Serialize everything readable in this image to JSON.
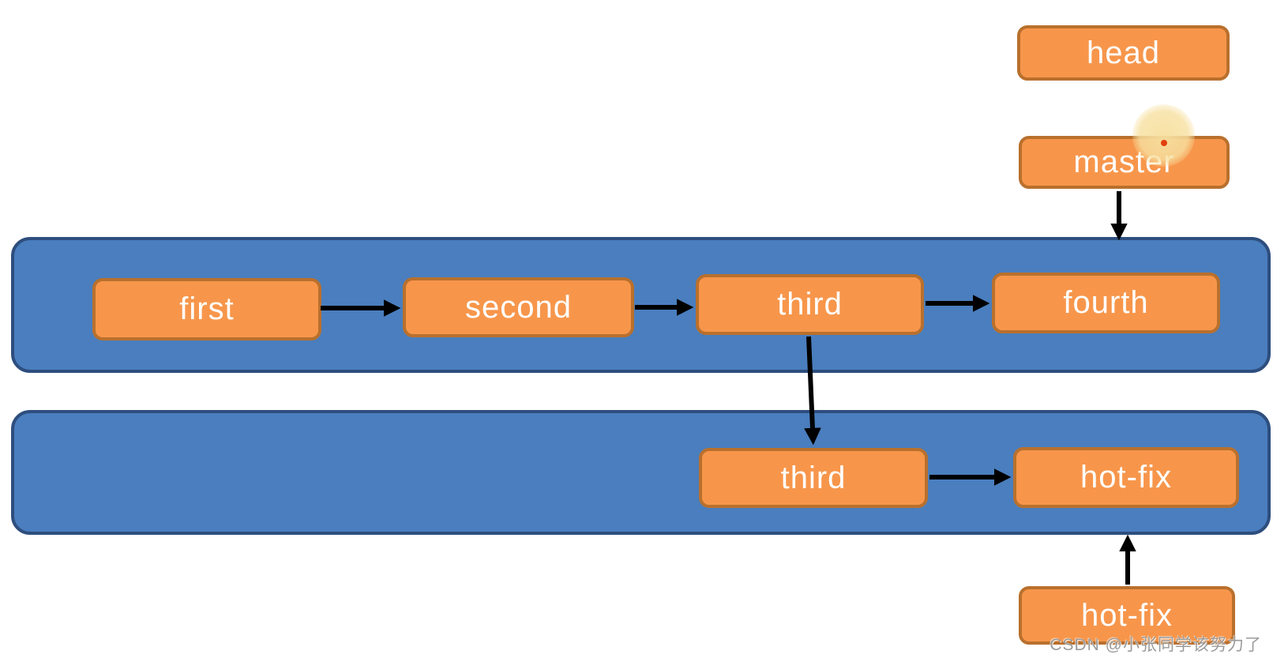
{
  "diagram": {
    "pointer_labels": {
      "head": "head",
      "master": "master",
      "hotfix": "hot-fix"
    },
    "master_lane": {
      "commits": [
        "first",
        "second",
        "third",
        "fourth"
      ]
    },
    "hotfix_lane": {
      "commits": [
        "third",
        "hot-fix"
      ]
    },
    "colors": {
      "lane_fill": "#4a7ebe",
      "lane_border": "#2e4e7e",
      "commit_fill": "#f7964b",
      "commit_border": "#b9702d",
      "commit_text": "#ffffff",
      "arrow": "#000000",
      "pointer_glow": "#f7e0a0",
      "pointer_dot": "#e33e0f",
      "watermark_text_color": "#969696"
    }
  },
  "watermark": {
    "text": "CSDN @小张同学该努力了"
  }
}
